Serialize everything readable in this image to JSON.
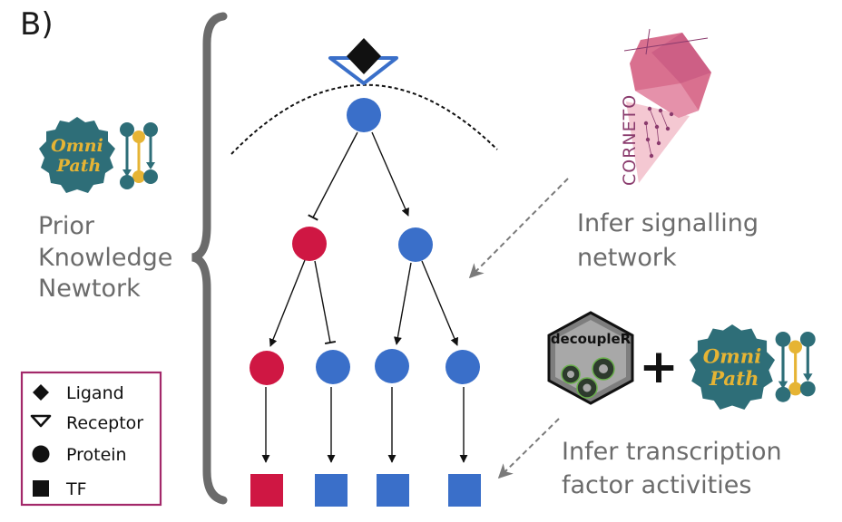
{
  "panel_label": "B)",
  "prior_knowledge": {
    "lines": [
      "Prior",
      "Knowledge",
      "Newtork"
    ]
  },
  "infer_signalling": {
    "lines": [
      "Infer signalling",
      "network"
    ]
  },
  "infer_tf": {
    "lines": [
      "Infer transcription",
      "factor activities"
    ]
  },
  "logos": {
    "omnipath_word1": "Omni",
    "omnipath_word2": "Path",
    "corneto": "CORNETO",
    "decoupler": "decoupleR",
    "plus": "+"
  },
  "legend": {
    "items": [
      {
        "label": "Ligand",
        "icon": "diamond-icon"
      },
      {
        "label": "Receptor",
        "icon": "triangle-down-icon"
      },
      {
        "label": "Protein",
        "icon": "circle-icon"
      },
      {
        "label": "TF",
        "icon": "square-icon"
      }
    ]
  },
  "colors": {
    "blue": "#3a6fc9",
    "red": "#cf1743",
    "teal": "#2e6e78",
    "gold": "#e6b434",
    "gray_text": "#6b6b6b",
    "legend_border": "#a3286a",
    "corneto_pink": "#d9708f"
  }
}
